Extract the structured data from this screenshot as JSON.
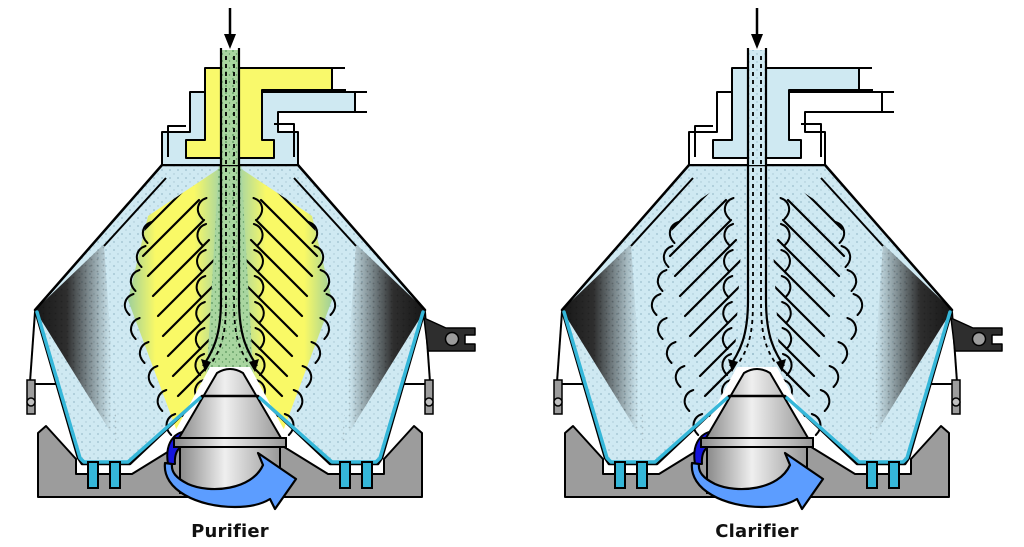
{
  "figure": {
    "description": "Cross-section diagrams of two disc-stack centrifugal separators",
    "diagrams": [
      {
        "id": "purifier",
        "label": "Purifier",
        "feed_fill": "#a9d6a0",
        "feed_dots": "green",
        "upper_outlet_fill": "#f9f96b",
        "lower_outlet_fill": "#cfe9f2",
        "has_colored_band": true
      },
      {
        "id": "clarifier",
        "label": "Clarifier",
        "feed_fill": "#cfe9f2",
        "feed_dots": "blue",
        "upper_outlet_fill": "#cfe9f2",
        "lower_outlet_fill": "#ffffff",
        "has_colored_band": false
      }
    ],
    "colors": {
      "background": "#ffffff",
      "outline": "#000000",
      "interior_blue": "#cfe9f2",
      "disc_yellow": "#f9f966",
      "flow_green": "#a9d6a0",
      "sediment_dark": "#2e2e2e",
      "base_gray": "#9c9c9c",
      "lining_cyan": "#35b7d9",
      "cone_light": "#efefef",
      "cone_dark": "#8a8a8a",
      "rotation_arrow_front": "#5c9dff",
      "rotation_arrow_back": "#1414dd"
    }
  }
}
